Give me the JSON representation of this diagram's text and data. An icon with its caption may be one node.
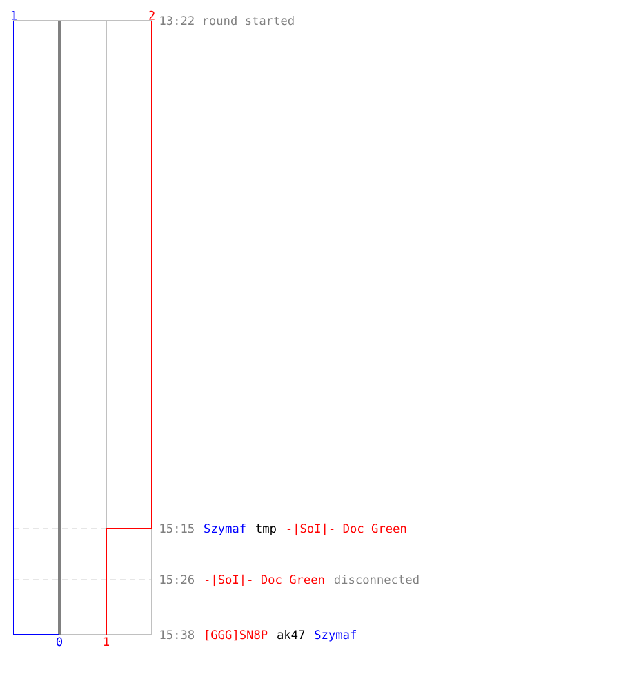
{
  "diagram": {
    "labels": [
      "1",
      "2",
      "13:22 round started",
      "15:15",
      "Szymaf",
      "tmp",
      "-|SoI|- Doc Green",
      "15:26",
      "-|SoI|- Doc Green",
      "disconnected",
      "0",
      "1",
      "15:38",
      "[GGG]SN8P",
      "ak47",
      "Szymaf"
    ]
  }
}
